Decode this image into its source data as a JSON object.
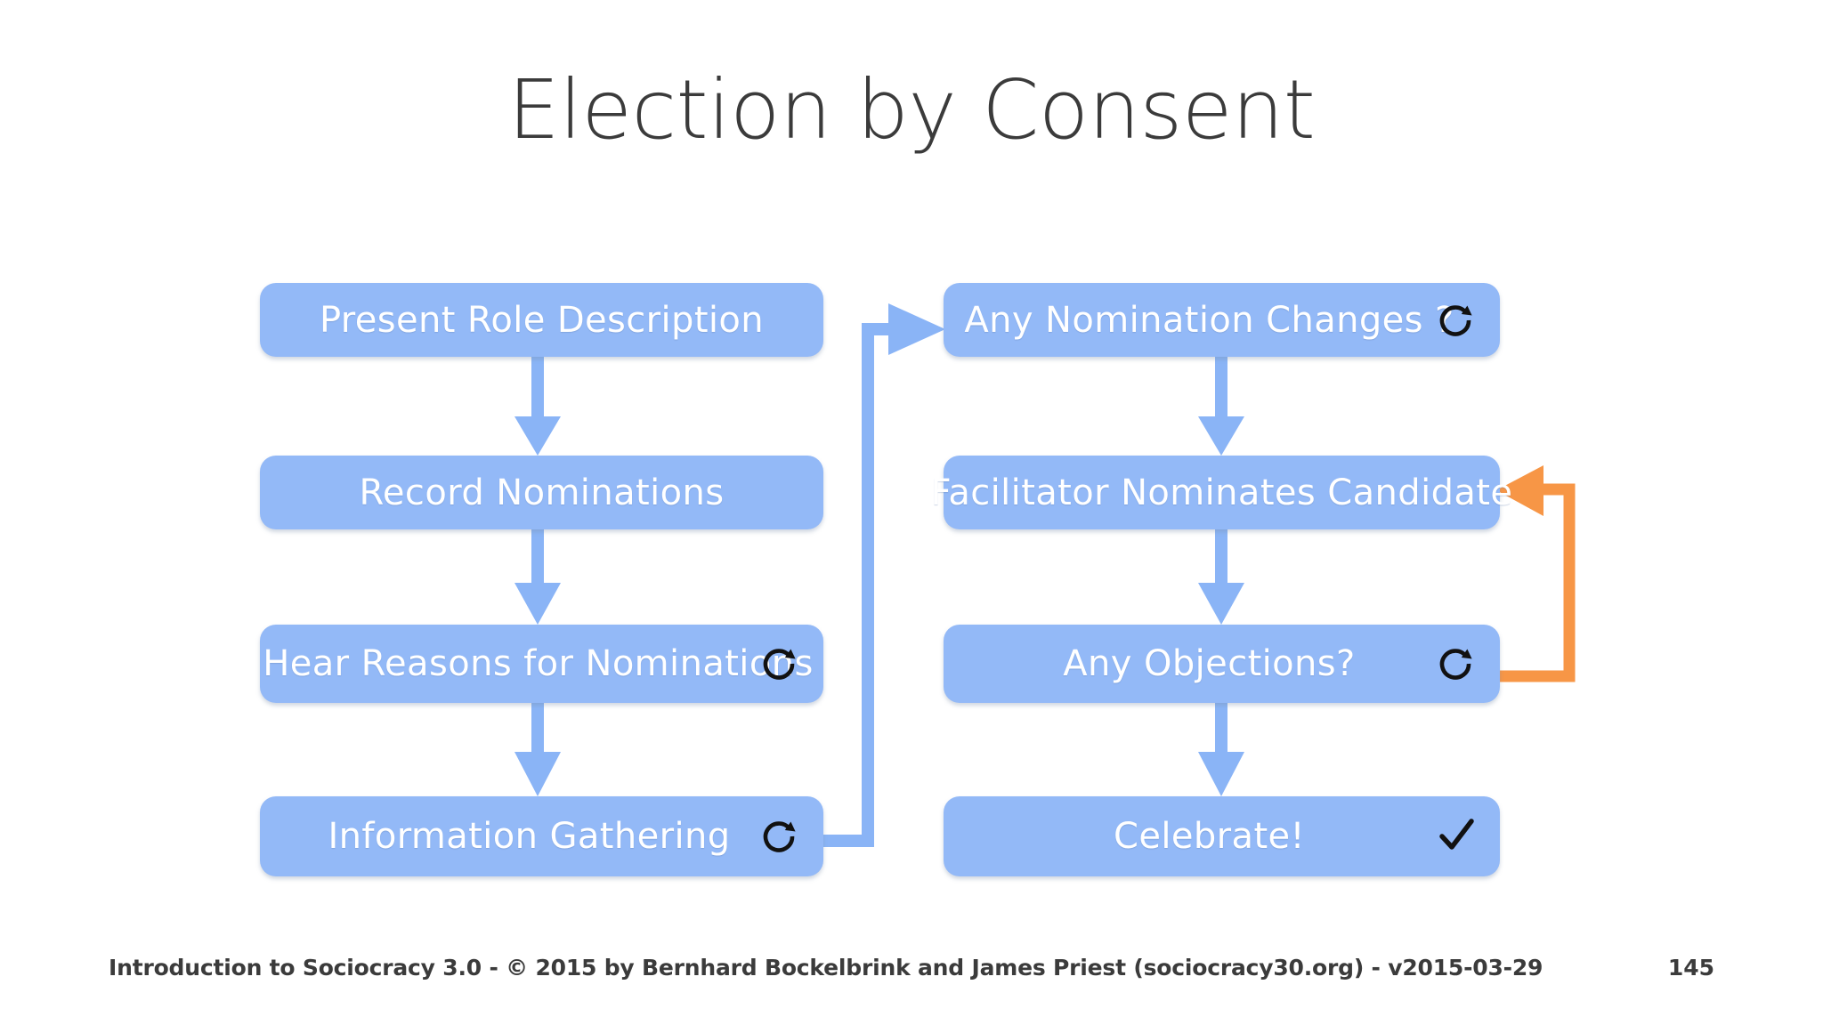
{
  "slide": {
    "title": "Election by Consent",
    "background_color": "#ffffff",
    "title_color": "#3b3b3b"
  },
  "theme": {
    "node_fill": "#93b9f7",
    "node_text": "#ffffff",
    "blue_connector": "#8ab4f6",
    "orange_connector": "#f79646",
    "icon_color": "#111111"
  },
  "diagram": {
    "type": "flowchart",
    "columns": [
      {
        "name": "left-column",
        "nodes": [
          {
            "id": "present-role-description",
            "label": "Present Role Description",
            "badge": "none"
          },
          {
            "id": "record-nominations",
            "label": "Record Nominations",
            "badge": "none"
          },
          {
            "id": "hear-reasons-for-nominations",
            "label": "Hear Reasons for Nominations",
            "badge": "loop"
          },
          {
            "id": "information-gathering",
            "label": "Information Gathering",
            "badge": "loop"
          }
        ]
      },
      {
        "name": "right-column",
        "nodes": [
          {
            "id": "any-nomination-changes",
            "label": "Any Nomination Changes ?",
            "badge": "loop"
          },
          {
            "id": "facilitator-nominates-candidate",
            "label": "Facilitator Nominates Candidate",
            "badge": "none"
          },
          {
            "id": "any-objections",
            "label": "Any Objections?",
            "badge": "loop"
          },
          {
            "id": "celebrate",
            "label": "Celebrate!",
            "badge": "check"
          }
        ]
      }
    ],
    "connectors": [
      {
        "from": "present-role-description",
        "to": "record-nominations",
        "color": "#8ab4f6",
        "style": "straight-down"
      },
      {
        "from": "record-nominations",
        "to": "hear-reasons-for-nominations",
        "color": "#8ab4f6",
        "style": "straight-down"
      },
      {
        "from": "hear-reasons-for-nominations",
        "to": "information-gathering",
        "color": "#8ab4f6",
        "style": "straight-down"
      },
      {
        "from": "information-gathering",
        "to": "any-nomination-changes",
        "color": "#8ab4f6",
        "style": "right-up-right"
      },
      {
        "from": "any-nomination-changes",
        "to": "facilitator-nominates-candidate",
        "color": "#8ab4f6",
        "style": "straight-down"
      },
      {
        "from": "facilitator-nominates-candidate",
        "to": "any-objections",
        "color": "#8ab4f6",
        "style": "straight-down"
      },
      {
        "from": "any-objections",
        "to": "celebrate",
        "color": "#8ab4f6",
        "style": "straight-down"
      },
      {
        "from": "any-objections",
        "to": "facilitator-nominates-candidate",
        "color": "#f79646",
        "style": "right-up-left"
      }
    ]
  },
  "footer": {
    "text": "Introduction to Sociocracy 3.0 - © 2015 by Bernhard Bockelbrink and James Priest (sociocracy30.org) - v2015-03-29",
    "page_number": "145"
  },
  "icons": {
    "loop": "loop-icon",
    "check": "check-icon"
  }
}
